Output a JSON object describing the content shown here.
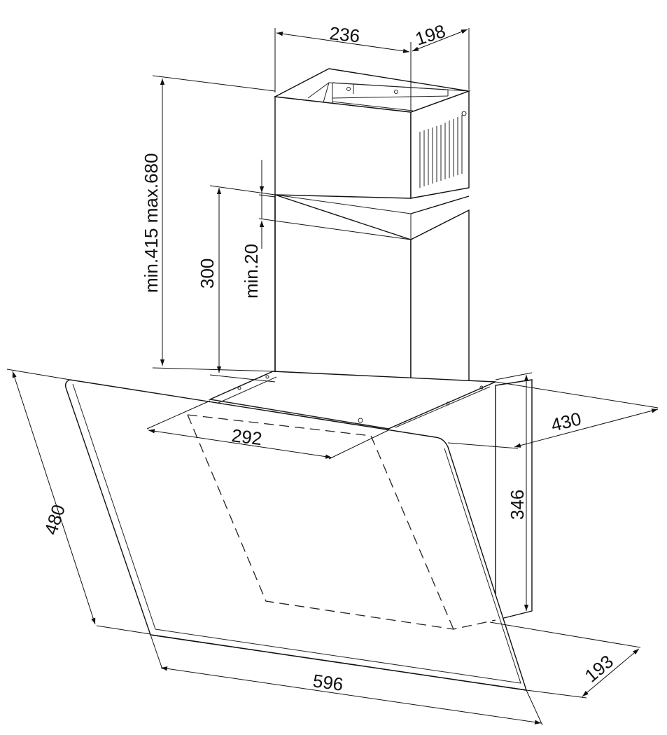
{
  "dimensions": {
    "chimney_width": "236",
    "chimney_depth": "198",
    "chimney_height_range": "min.415 max.680",
    "upper_chimney_height": "300",
    "min_overlap": "min.20",
    "canopy_inner_width": "292",
    "hood_depth": "430",
    "glass_height": "480",
    "body_height": "346",
    "bottom_depth": "193",
    "hood_width": "596"
  },
  "colors": {
    "stroke": "#111111",
    "background": "#ffffff"
  }
}
